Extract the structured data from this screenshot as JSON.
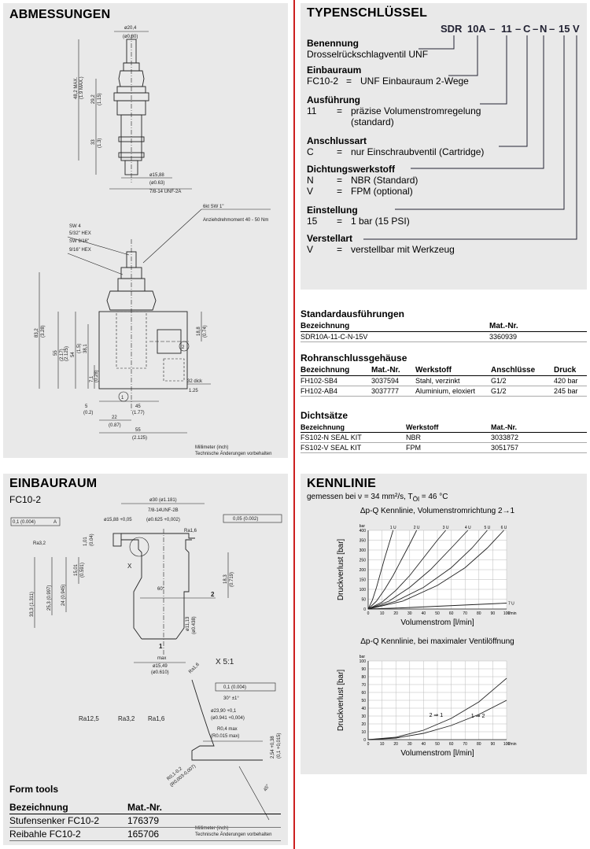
{
  "dimensions": {
    "title": "ABMESSUNGEN",
    "labels": {
      "d1": "ø20,4",
      "d1i": "(ø0.80)",
      "h1": "48,2 MAX.",
      "h1i": "(1.9 MAX.)",
      "h2": "29,2",
      "h2i": "(1.15)",
      "h3": "33",
      "h3i": "(1.3)",
      "d2": "ø15,88",
      "d2i": "(ø0.63)",
      "thread": "7/8-14 UNF-2A",
      "hex": "6kt SW 1\"",
      "torque": "Anziehdrehmoment 40 - 50 Nm",
      "sw4": "SW 4",
      "sw4i": "5/32\" HEX",
      "sw9": "SW 9/16\"",
      "sw9i": "9/16\" HEX",
      "v1": "83,2",
      "v1i": "(3.28)",
      "v2": "55",
      "v2i": "(2.17)",
      "v3": "38,1",
      "v3i": "(1.5)",
      "v4": "54",
      "v4i": "(2.125)",
      "v5": "7,1",
      "v5i": "(0.28)",
      "v6": "18,8",
      "v6i": "(0.74)",
      "b1": "5",
      "b1i": "(0.2)",
      "b2": "45",
      "b2i": "(1.77)",
      "b3": "22",
      "b3i": "(0.87)",
      "b4": "55",
      "b4i": "(2.125)",
      "thick": "32 dick",
      "thicki": "1.25",
      "p1": "1",
      "p2": "2",
      "note1": "Millimeter (inch)",
      "note2": "Technische Änderungen vorbehalten"
    }
  },
  "typecode": {
    "title": "TYPENSCHLÜSSEL",
    "parts": [
      "SDR",
      "10A",
      "–",
      "11",
      "–",
      "C",
      "–",
      "N",
      "–",
      "15",
      "V"
    ],
    "groups": [
      {
        "heading": "Benennung",
        "lines": [
          {
            "k": "Drosselrückschlagventil UNF",
            "e": "",
            "v": ""
          }
        ]
      },
      {
        "heading": "Einbauraum",
        "lines": [
          {
            "k": "FC10-2",
            "e": "=",
            "v": "UNF Einbauraum 2-Wege"
          }
        ]
      },
      {
        "heading": "Ausführung",
        "lines": [
          {
            "k": "11",
            "e": "=",
            "v": "präzise Volumenstromregelung"
          },
          {
            "k": "",
            "e": "",
            "v": "(standard)"
          }
        ]
      },
      {
        "heading": "Anschlussart",
        "lines": [
          {
            "k": "C",
            "e": "=",
            "v": "nur Einschraubventil (Cartridge)"
          }
        ]
      },
      {
        "heading": "Dichtungswerkstoff",
        "lines": [
          {
            "k": "N",
            "e": "=",
            "v": "NBR (Standard)"
          },
          {
            "k": "V",
            "e": "=",
            "v": "FPM (optional)"
          }
        ]
      },
      {
        "heading": "Einstellung",
        "lines": [
          {
            "k": "15",
            "e": "=",
            "v": "1 bar (15 PSI)"
          }
        ]
      },
      {
        "heading": "Verstellart",
        "lines": [
          {
            "k": "V",
            "e": "=",
            "v": "verstellbar mit Werkzeug"
          }
        ]
      }
    ]
  },
  "standard": {
    "title": "Standardausführungen",
    "headers": [
      "Bezeichnung",
      "Mat.-Nr."
    ],
    "rows": [
      [
        "SDR10A-11-C-N-15V",
        "3360939"
      ]
    ]
  },
  "housings": {
    "title": "Rohranschlussgehäuse",
    "headers": [
      "Bezeichnung",
      "Mat.-Nr.",
      "Werkstoff",
      "Anschlüsse",
      "Druck"
    ],
    "rows": [
      [
        "FH102-SB4",
        "3037594",
        "Stahl, verzinkt",
        "G1/2",
        "420 bar"
      ],
      [
        "FH102-AB4",
        "3037777",
        "Aluminium, eloxiert",
        "G1/2",
        "245 bar"
      ]
    ]
  },
  "seals": {
    "title": "Dichtsätze",
    "headers": [
      "Bezeichnung",
      "Werkstoff",
      "Mat.-Nr."
    ],
    "rows": [
      [
        "FS102-N SEAL KIT",
        "NBR",
        "3033872"
      ],
      [
        "FS102-V SEAL KIT",
        "FPM",
        "3051757"
      ]
    ]
  },
  "installation": {
    "title": "EINBAURAUM",
    "subtitle": "FC10-2",
    "labels": {
      "d30": "ø30 (ø1.181)",
      "thr": "7/8-14UNF-2B",
      "d1588": "ø15,88 +0,05",
      "d0625": "(ø0.625 +0,002)",
      "tol1": "0,1 (0.004)",
      "tolA": "A",
      "tol2": "0,05 (0.002)",
      "ra32": "Ra3,2",
      "ra16": "Ra1,6",
      "x": "X",
      "h1": "1,01",
      "h1i": "(0.04)",
      "h2": "15,01",
      "h2i": "(0.591)",
      "h3": "25,3 (0.997)",
      "h4": "24 (0.945)",
      "h5": "33,3 (1.311)",
      "h6": "18,3",
      "h6i": "(0.719)",
      "ang": "60°",
      "p2": "2",
      "p1": "1",
      "d1113": "ø11,13",
      "d1113i": "(ø0.438)",
      "dmax": "max",
      "dmaxd": "ø15,49",
      "dmaxi": "(ø0.610)",
      "scale": "X 5:1",
      "tol3": "0,1 (0.004)",
      "deg30": "30° ±1°",
      "d2390": "ø23,90 +0,1",
      "d0941": "(ø0.941 +0,004)",
      "r04": "R0,4 max",
      "r0015": "(R0.015 max)",
      "v254": "2,54 +0,38",
      "v01": "(0,1 +0,015)",
      "r02": "R0,1-0,2",
      "r02i": "(R0,003-0,007)",
      "deg45": "45°",
      "ra125": "Ra12,5",
      "ra32b": "Ra3,2",
      "ra16b": "Ra1,6",
      "note1": "Millimeter (inch)",
      "note2": "Technische Änderungen vorbehalten"
    },
    "tools_title": "Form tools",
    "tools_headers": [
      "Bezeichnung",
      "Mat.-Nr."
    ],
    "tools_rows": [
      [
        "Stufensenker FC10-2",
        "176379"
      ],
      [
        "Reibahle  FC10-2",
        "165706"
      ]
    ]
  },
  "curves": {
    "title": "KENNLINIE",
    "subtitle": "gemessen bei ν = 34 mm²/s, T",
    "subtitle_sub": "Öl",
    "subtitle_end": " = 46 °C"
  },
  "chart_data": [
    {
      "type": "line",
      "title": "Δp-Q Kennlinie, Volumenstromrichtung 2→1",
      "xlabel": "Volumenstrom [l/min]",
      "ylabel": "Druckverlust [bar]",
      "xunit": "l/min",
      "yunit": "bar",
      "xlim": [
        0,
        100
      ],
      "ylim": [
        0,
        400
      ],
      "yticks": [
        0,
        50,
        100,
        150,
        200,
        250,
        300,
        350,
        400
      ],
      "xticks": [
        0,
        10,
        20,
        30,
        40,
        50,
        60,
        70,
        80,
        90,
        100
      ],
      "series": [
        {
          "name": "1 U",
          "x": [
            0,
            3,
            6,
            9,
            12,
            15,
            18
          ],
          "y": [
            0,
            45,
            110,
            185,
            260,
            330,
            400
          ]
        },
        {
          "name": "2 U",
          "x": [
            0,
            6,
            12,
            18,
            24,
            30,
            35
          ],
          "y": [
            0,
            40,
            100,
            170,
            250,
            330,
            400
          ]
        },
        {
          "name": "3 U",
          "x": [
            0,
            10,
            20,
            30,
            40,
            50,
            56
          ],
          "y": [
            0,
            35,
            95,
            170,
            260,
            350,
            400
          ]
        },
        {
          "name": "4 U",
          "x": [
            0,
            15,
            30,
            45,
            60,
            72
          ],
          "y": [
            0,
            40,
            110,
            200,
            310,
            400
          ]
        },
        {
          "name": "5 U",
          "x": [
            0,
            20,
            40,
            60,
            75,
            86
          ],
          "y": [
            0,
            40,
            110,
            210,
            310,
            400
          ]
        },
        {
          "name": "6 U",
          "x": [
            0,
            25,
            50,
            70,
            86,
            98
          ],
          "y": [
            0,
            40,
            120,
            210,
            310,
            400
          ]
        },
        {
          "name": "7 U",
          "x": [
            0,
            25,
            50,
            75,
            100
          ],
          "y": [
            0,
            6,
            14,
            22,
            30
          ]
        }
      ]
    },
    {
      "type": "line",
      "title": "Δp-Q Kennlinie, bei maximaler Ventilöffnung",
      "xlabel": "Volumenstrom [l/min]",
      "ylabel": "Druckverlust [bar]",
      "xunit": "l/min",
      "yunit": "bar",
      "xlim": [
        0,
        100
      ],
      "ylim": [
        0,
        100
      ],
      "yticks": [
        0,
        10,
        20,
        30,
        40,
        50,
        60,
        70,
        80,
        90,
        100
      ],
      "xticks": [
        0,
        10,
        20,
        30,
        40,
        50,
        60,
        70,
        80,
        90,
        100
      ],
      "series": [
        {
          "name": "2 ⇒ 1",
          "x": [
            0,
            20,
            40,
            60,
            80,
            100
          ],
          "y": [
            0,
            3,
            12,
            27,
            48,
            78
          ]
        },
        {
          "name": "1 ⇒ 2",
          "x": [
            0,
            20,
            40,
            60,
            80,
            100
          ],
          "y": [
            0,
            2,
            8,
            18,
            32,
            50
          ]
        }
      ]
    }
  ]
}
